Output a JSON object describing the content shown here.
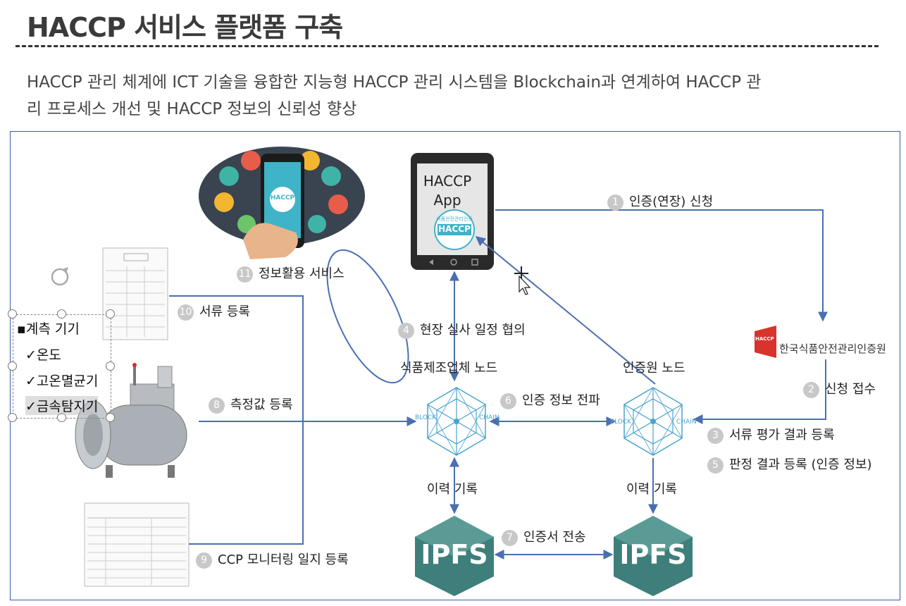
{
  "header": {
    "title": "HACCP 서비스 플랫폼 구축",
    "subtitle_line1": "HACCP 관리 체계에 ICT 기술을 융합한 지능형 HACCP 관리 시스템을 Blockchain과 연계하여 HACCP 관",
    "subtitle_line2": "리 프로세스 개선 및 HACCP 정보의 신뢰성 향상"
  },
  "phone": {
    "line1": "HACCP",
    "line2": "App"
  },
  "haccp_badge": {
    "top": "식품안전관리인증",
    "main": "HACCP"
  },
  "org": {
    "name": "한국식품안전관리인증원",
    "logo": "HACCP"
  },
  "nodes": {
    "manufacturer": "식품제조업체 노드",
    "certifier": "인증원 노드",
    "block_left": "BLOCK",
    "block_right": "CHAIN"
  },
  "ipfs": {
    "left": "IPFS",
    "right": "IPFS"
  },
  "history_label": "이력 기록",
  "measure": {
    "title": "▪계측 기기",
    "items": [
      "✓온도",
      "✓고온멸균기",
      "✓금속탐지기"
    ]
  },
  "steps": [
    {
      "n": "1",
      "label": "인증(연장) 신청"
    },
    {
      "n": "2",
      "label": "신청 접수"
    },
    {
      "n": "3",
      "label": "서류 평가 결과 등록"
    },
    {
      "n": "4",
      "label": "현장 실사 일정 협의"
    },
    {
      "n": "5",
      "label": "판정 결과 등록 (인증 정보)"
    },
    {
      "n": "6",
      "label": "인증 정보 전파"
    },
    {
      "n": "7",
      "label": "인증서 전송"
    },
    {
      "n": "8",
      "label": "측정값 등록"
    },
    {
      "n": "9",
      "label": "CCP 모니터링 일지 등록"
    },
    {
      "n": "10",
      "label": "서류 등록"
    },
    {
      "n": "11",
      "label": "정보활용 서비스"
    }
  ],
  "colors": {
    "arrow": "#4a6fb0",
    "frame": "#3b5ea8",
    "ipfs": "#3e7f7b",
    "block": "#4aa3cf"
  }
}
